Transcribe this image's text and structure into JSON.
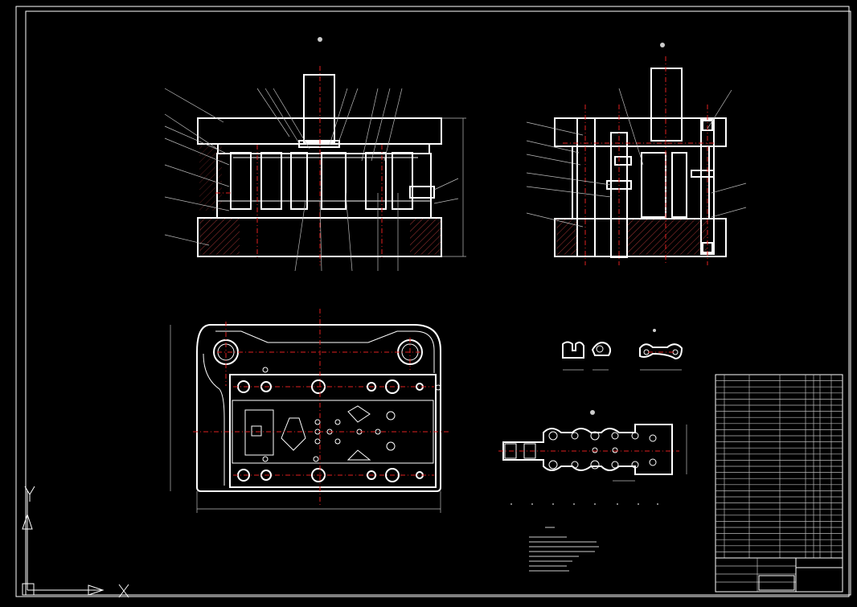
{
  "drawing": {
    "background": "#000000",
    "line_color": "#ffffff",
    "centerline_color": "#e02020",
    "view_labels": [
      "",
      "",
      "",
      "",
      ""
    ]
  },
  "ucs_icon": {
    "x_axis": "X",
    "y_axis": "Y"
  },
  "bom": {
    "rows": 30,
    "title_block": {
      "name": "",
      "drawing_no": ""
    }
  },
  "notes": {
    "title": "",
    "lines": [
      "",
      "",
      "",
      "",
      "",
      "",
      ""
    ]
  },
  "strip_stations": [
    "",
    "",
    "",
    "",
    "",
    "",
    "",
    ""
  ]
}
